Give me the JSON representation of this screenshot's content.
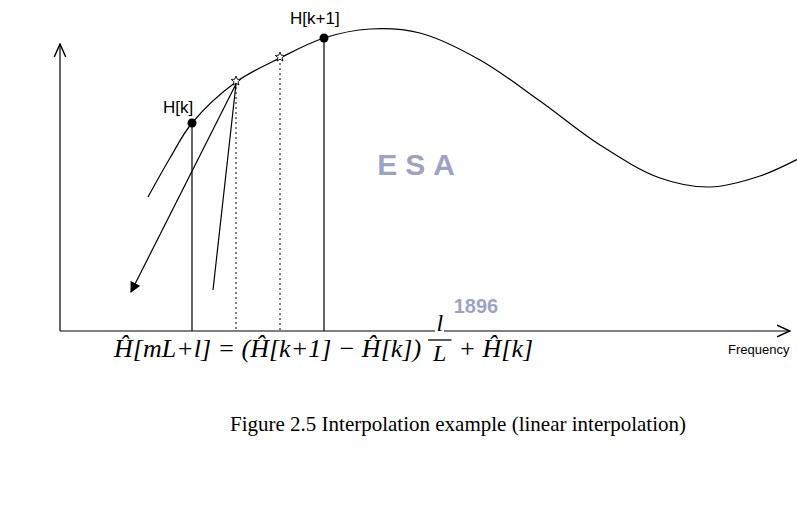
{
  "diagram": {
    "caption": "Figure 2.5 Interpolation example (linear interpolation)",
    "labels": [
      "H[k]",
      "H[k+1]",
      "Frequency",
      "Ĥ[mL+l] = (Ĥ[k+1] − Ĥ[k])",
      "l",
      "L",
      "+ Ĥ[k]",
      "ESA",
      "1896"
    ]
  }
}
